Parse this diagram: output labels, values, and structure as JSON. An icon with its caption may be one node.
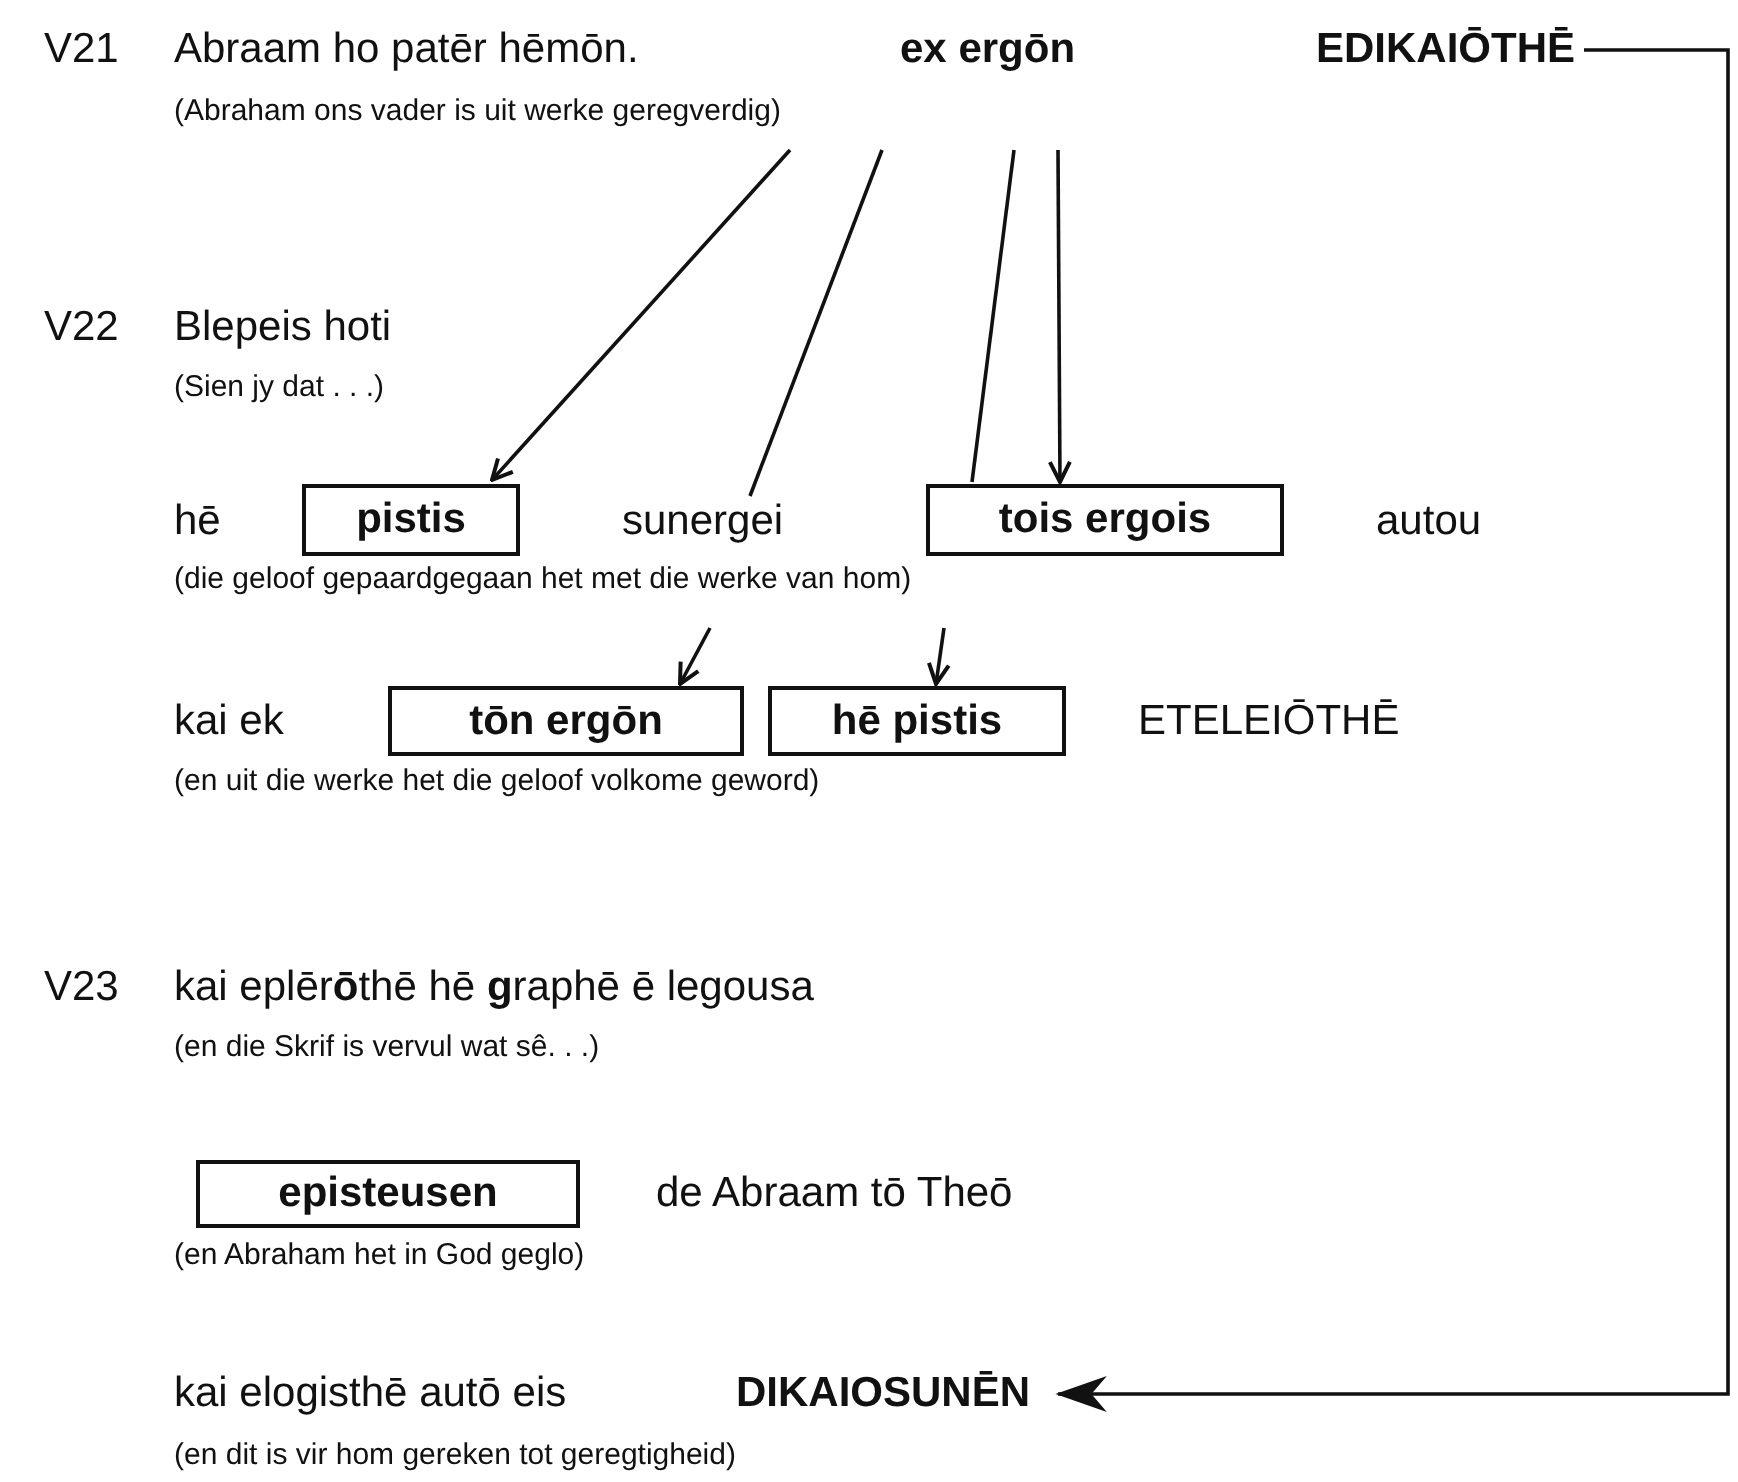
{
  "diagram": {
    "nodes": [
      {
        "text": [
          "ex ergōn"
        ]
      },
      {
        "text": [
          "EDIKAIŌTHĒ"
        ]
      },
      {
        "text": [
          "pistis"
        ]
      },
      {
        "text": [
          "sunergei"
        ]
      },
      {
        "text": [
          "tois ergois"
        ]
      },
      {
        "text": [
          "tōn ergōn"
        ]
      },
      {
        "text": [
          "hē pistis"
        ]
      },
      {
        "text": [
          "episteusen"
        ]
      },
      {
        "text": [
          "DIKAIOSUNĒN"
        ]
      }
    ],
    "edges": [
      {
        "from": 0,
        "to": 2,
        "arrow": "to"
      },
      {
        "from": 0,
        "to": 3,
        "arrow": "none"
      },
      {
        "from": 0,
        "to": 4,
        "arrow": "none"
      },
      {
        "from": 0,
        "to": 4,
        "arrow": "to"
      },
      {
        "from": null,
        "to": 5,
        "arrow": "to"
      },
      {
        "from": null,
        "to": 6,
        "arrow": "to"
      },
      {
        "from": 1,
        "to": 8,
        "arrow": "to"
      }
    ],
    "labels": [
      "V21",
      "Abraam ho patēr hēmōn.",
      "(Abraham ons vader is uit werke geregverdig)",
      "V22",
      "Blepeis hoti",
      "(Sien jy dat . . .)",
      "hē",
      "autou",
      "(die geloof gepaardgegaan het met die werke van hom)",
      "kai ek",
      "ETELEIŌTHĒ",
      "(en uit die werke het die geloof volkome geword)",
      "V23",
      "kai eplēr**ō**thē hē **g**raphē ē legousa",
      "(en die Skrif is vervul wat sê. . .)",
      "de Abraam tō Theō",
      "(en Abraham het in God geglo)",
      "kai elogisthē autō eis",
      "(en dit is vir hom gereken tot geregtigheid)"
    ]
  }
}
